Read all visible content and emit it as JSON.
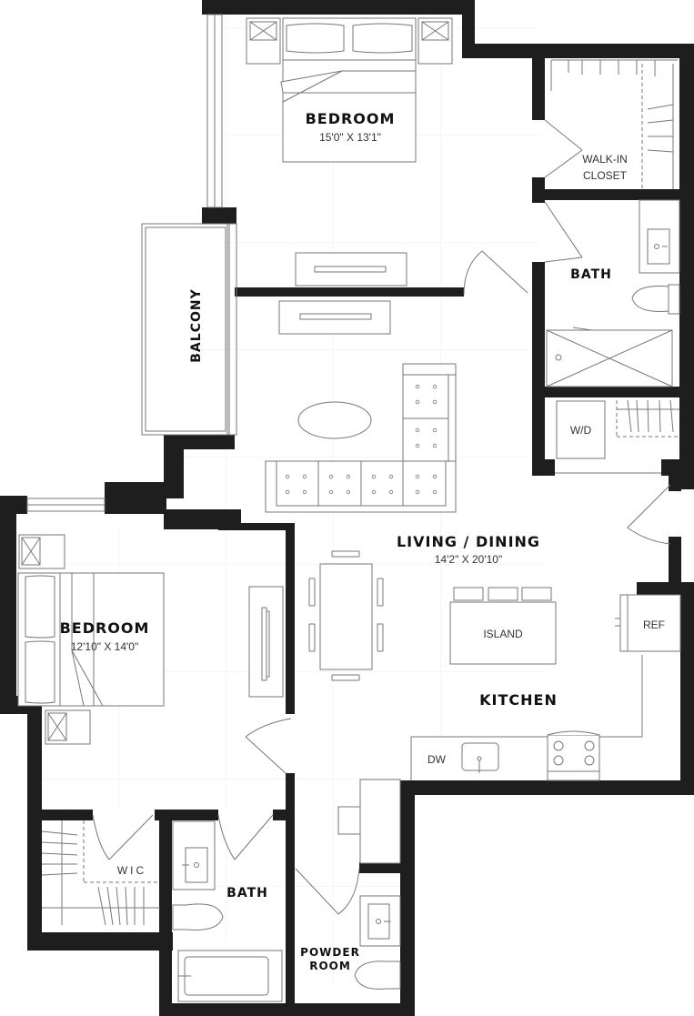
{
  "plan": {
    "colors": {
      "wall": "#1e1e1e",
      "line": "#777777",
      "grid": "#ececec",
      "background": "#ffffff"
    },
    "rooms": {
      "bedroom_1": {
        "name": "BEDROOM",
        "dimensions": "15'0\" X 13'1\""
      },
      "walk_in_closet": {
        "name": "WALK-IN CLOSET",
        "line1": "WALK-IN",
        "line2": "CLOSET"
      },
      "bath_1": {
        "name": "BATH"
      },
      "balcony": {
        "name": "BALCONY"
      },
      "laundry": {
        "name": "W/D"
      },
      "living_dining": {
        "name": "LIVING / DINING",
        "dimensions": "14'2\" X 20'10\""
      },
      "kitchen": {
        "name": "KITCHEN"
      },
      "bedroom_2": {
        "name": "BEDROOM",
        "dimensions": "12'10\" X 14'0\""
      },
      "wic": {
        "name": "WIC"
      },
      "bath_2": {
        "name": "BATH"
      },
      "powder_room": {
        "name": "POWDER ROOM",
        "line1": "POWDER",
        "line2": "ROOM"
      }
    },
    "fixtures": {
      "island": "ISLAND",
      "refrigerator": "REF",
      "dishwasher": "DW"
    }
  }
}
